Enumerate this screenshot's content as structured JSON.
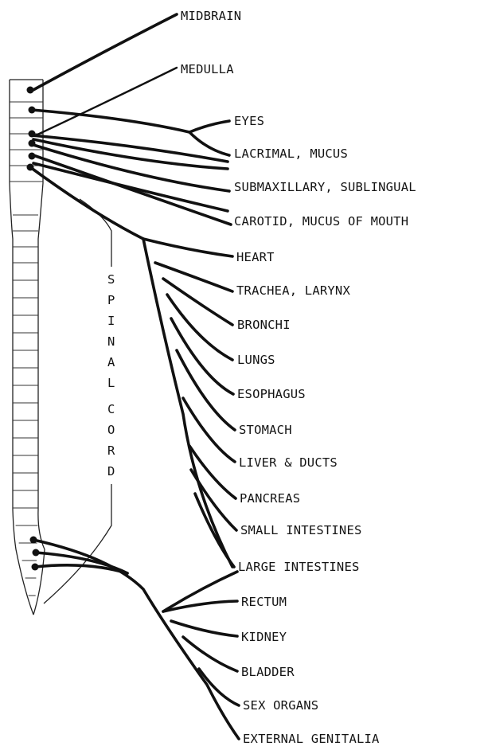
{
  "diagram": {
    "top_labels": [
      "MIDBRAIN",
      "MEDULLA"
    ],
    "targets": [
      "EYES",
      "LACRIMAL, MUCUS",
      "SUBMAXILLARY, SUBLINGUAL",
      "CAROTID, MUCUS OF MOUTH",
      "HEART",
      "TRACHEA, LARYNX",
      "BRONCHI",
      "LUNGS",
      "ESOPHAGUS",
      "STOMACH",
      "LIVER & DUCTS",
      "PANCREAS",
      "SMALL INTESTINES",
      "LARGE INTESTINES",
      "RECTUM",
      "KIDNEY",
      "BLADDER",
      "SEX ORGANS",
      "EXTERNAL GENITALIA"
    ],
    "cord_label": [
      "S",
      "P",
      "I",
      "N",
      "A",
      "L",
      "C",
      "O",
      "R",
      "D"
    ]
  }
}
